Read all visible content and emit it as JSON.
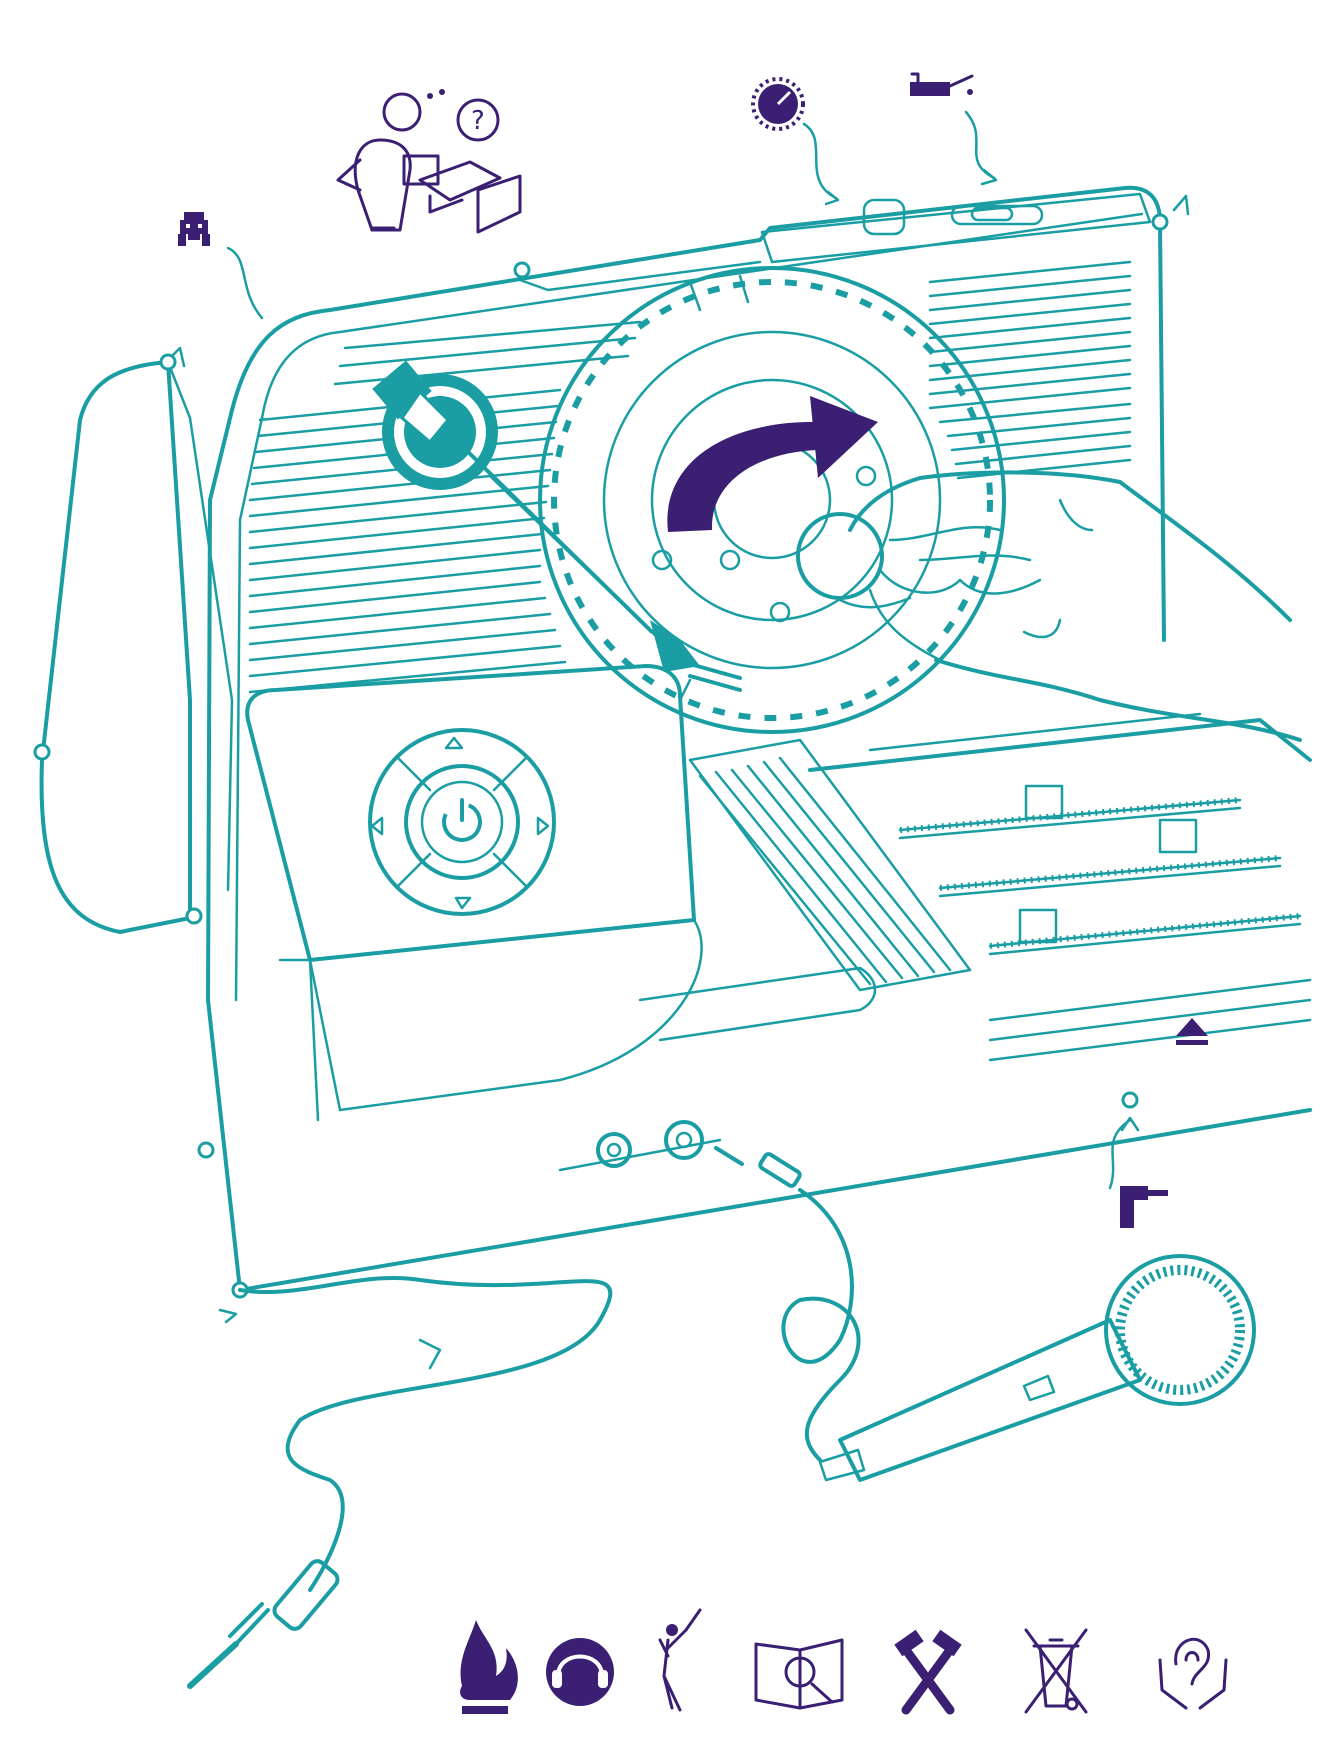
{
  "colors": {
    "teal": "#1a9ea3",
    "purple": "#3a1f73",
    "background": "#ffffff"
  },
  "illustration": {
    "top_icons": [
      "pixel-creature-icon",
      "confused-assembler-icon",
      "dial-knob-icon",
      "oil-can-icon"
    ],
    "side_icons": [
      "drill-icon"
    ],
    "device_parts": [
      "lid",
      "turntable",
      "rotate-arrow",
      "hand",
      "stylus-arm",
      "dpad-panel",
      "power-icon",
      "sliders",
      "eject-icon",
      "audio-jacks",
      "microphone",
      "audio-cable"
    ],
    "safety_icons": [
      "flame-icon",
      "ear-protection-icon",
      "rocker-guitar-icon",
      "manual-magnifier-icon",
      "crossed-hammers-icon",
      "crossed-bin-icon",
      "ear-hands-icon"
    ]
  }
}
